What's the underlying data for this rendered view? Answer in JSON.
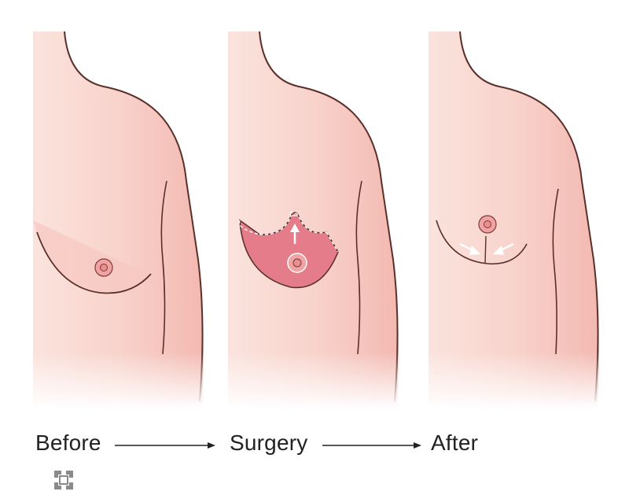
{
  "stages": [
    {
      "label": "Before"
    },
    {
      "label": "Surgery"
    },
    {
      "label": "After"
    }
  ],
  "colors": {
    "skin": "#f9d8d2",
    "skin_shadow": "#f2b3ad",
    "outline": "#5a2f2a",
    "incision_fill": "#e57c8a",
    "areola": "#f0a3a2",
    "arrow": "#222222",
    "logo": "#8a8a8a"
  },
  "icons": {
    "logo": "square-brand-mark"
  }
}
